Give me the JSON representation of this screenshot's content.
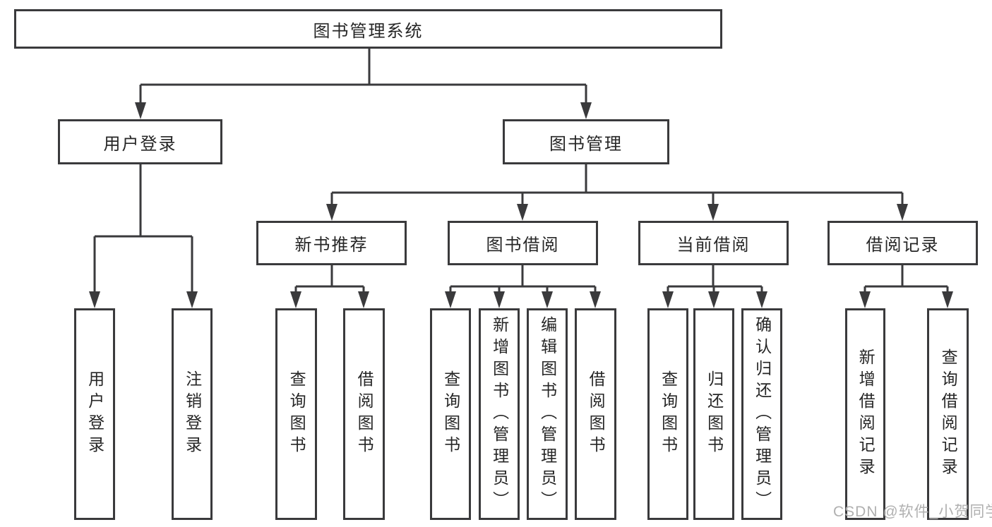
{
  "tree": {
    "label": "图书管理系统",
    "children": [
      {
        "label": "用户登录",
        "children": [
          {
            "label": "用户登录"
          },
          {
            "label": "注销登录"
          }
        ]
      },
      {
        "label": "图书管理",
        "children": [
          {
            "label": "新书推荐",
            "children": [
              {
                "label": "查询图书"
              },
              {
                "label": "借阅图书"
              }
            ]
          },
          {
            "label": "图书借阅",
            "children": [
              {
                "label": "查询图书"
              },
              {
                "label": "新增图书（管理员）"
              },
              {
                "label": "编辑图书（管理员）"
              },
              {
                "label": "借阅图书"
              }
            ]
          },
          {
            "label": "当前借阅",
            "children": [
              {
                "label": "查询图书"
              },
              {
                "label": "归还图书"
              },
              {
                "label": "确认归还（管理员）"
              }
            ]
          },
          {
            "label": "借阅记录",
            "children": [
              {
                "label": "新增借阅记录"
              },
              {
                "label": "查询借阅记录"
              }
            ]
          }
        ]
      }
    ]
  },
  "watermark": "CSDN @软件_小贺同学",
  "colors": {
    "line": "#3a3a3c",
    "text": "#262626",
    "watermark": "#b0b0b0",
    "background": "#ffffff"
  }
}
